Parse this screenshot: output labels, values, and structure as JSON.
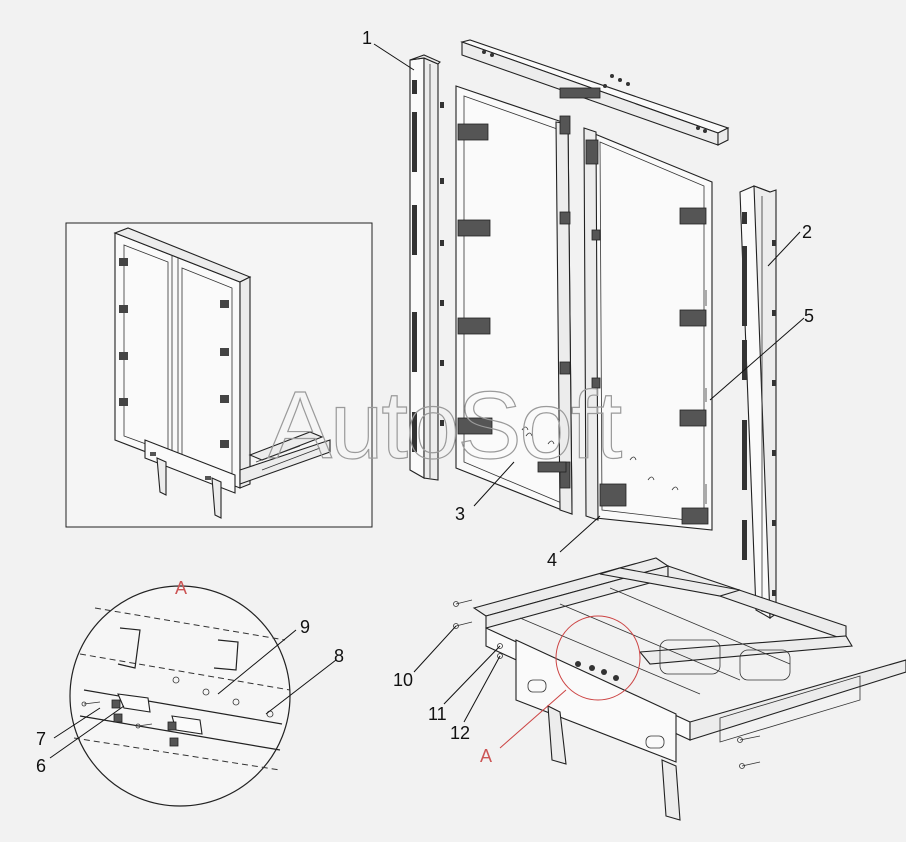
{
  "watermark": "AutoSoft",
  "callouts": [
    "1",
    "2",
    "3",
    "4",
    "5",
    "6",
    "7",
    "8",
    "9",
    "10",
    "11",
    "12"
  ],
  "detail_view_label": "A",
  "section_marker_label": "A",
  "colors": {
    "line": "#222222",
    "background": "#f2f2f2",
    "detail_marker": "#cc5555",
    "watermark": "#9a9a9a"
  }
}
